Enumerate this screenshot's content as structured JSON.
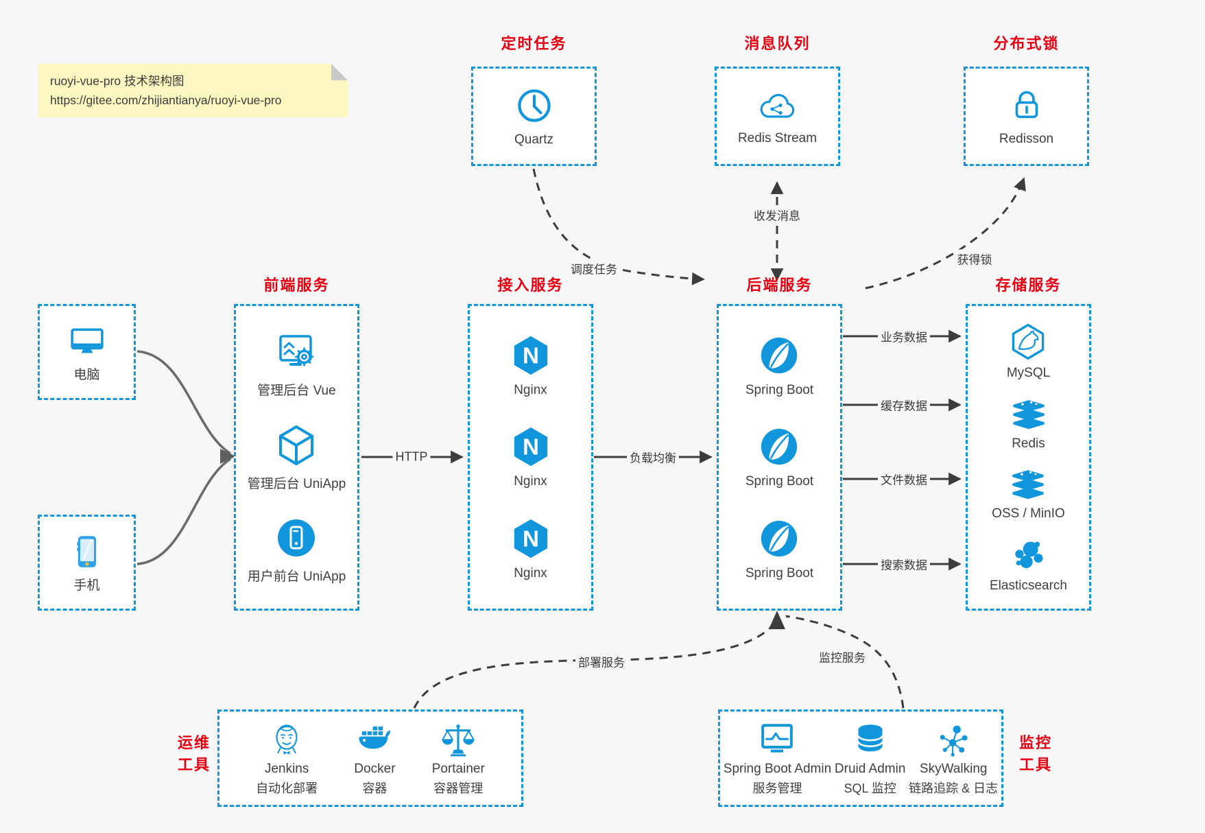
{
  "note": {
    "line1": "ruoyi-vue-pro 技术架构图",
    "line2": "https://gitee.com/zhijiantianya/ruoyi-vue-pro"
  },
  "top_groups": [
    {
      "title": "定时任务",
      "item": {
        "label": "Quartz",
        "icon": "clock-icon"
      }
    },
    {
      "title": "消息队列",
      "item": {
        "label": "Redis Stream",
        "icon": "cloud-message-icon"
      }
    },
    {
      "title": "分布式锁",
      "item": {
        "label": "Redisson",
        "icon": "lock-icon"
      }
    }
  ],
  "clients": [
    {
      "label": "电脑",
      "icon": "desktop-icon"
    },
    {
      "label": "手机",
      "icon": "smartphone-icon"
    }
  ],
  "columns": {
    "frontend": {
      "title": "前端服务",
      "items": [
        {
          "label": "管理后台 Vue",
          "icon": "admin-vue-icon"
        },
        {
          "label": "管理后台 UniApp",
          "icon": "cube-icon"
        },
        {
          "label": "用户前台 UniApp",
          "icon": "user-app-icon"
        }
      ]
    },
    "gateway": {
      "title": "接入服务",
      "items": [
        {
          "label": "Nginx",
          "icon": "nginx-icon"
        },
        {
          "label": "Nginx",
          "icon": "nginx-icon"
        },
        {
          "label": "Nginx",
          "icon": "nginx-icon"
        }
      ]
    },
    "backend": {
      "title": "后端服务",
      "items": [
        {
          "label": "Spring Boot",
          "icon": "spring-icon"
        },
        {
          "label": "Spring Boot",
          "icon": "spring-icon"
        },
        {
          "label": "Spring Boot",
          "icon": "spring-icon"
        }
      ]
    },
    "storage": {
      "title": "存储服务",
      "items": [
        {
          "label": "MySQL",
          "icon": "mysql-icon"
        },
        {
          "label": "Redis",
          "icon": "storage-stack-icon"
        },
        {
          "label": "OSS / MinIO",
          "icon": "storage-stack-icon"
        },
        {
          "label": "Elasticsearch",
          "icon": "elasticsearch-icon"
        }
      ]
    }
  },
  "bottom_groups": {
    "ops": {
      "title_line1": "运维",
      "title_line2": "工具",
      "items": [
        {
          "name": "Jenkins",
          "desc": "自动化部署",
          "icon": "jenkins-icon"
        },
        {
          "name": "Docker",
          "desc": "容器",
          "icon": "docker-whale-icon"
        },
        {
          "name": "Portainer",
          "desc": "容器管理",
          "icon": "scales-icon"
        }
      ]
    },
    "monitoring": {
      "title_line1": "监控",
      "title_line2": "工具",
      "items": [
        {
          "name": "Spring Boot Admin",
          "desc": "服务管理",
          "icon": "monitor-chart-icon"
        },
        {
          "name": "Druid Admin",
          "desc": "SQL 监控",
          "icon": "database-icon"
        },
        {
          "name": "SkyWalking",
          "desc": "链路追踪 & 日志",
          "icon": "topology-icon"
        }
      ]
    }
  },
  "edges": {
    "http": "HTTP",
    "load_balance": "负载均衡",
    "schedule_task": "调度任务",
    "send_receive_message": "收发消息",
    "acquire_lock": "获得锁",
    "data_flows": [
      "业务数据",
      "缓存数据",
      "文件数据",
      "搜索数据"
    ],
    "deploy_service": "部署服务",
    "monitor_service": "监控服务"
  },
  "colors": {
    "accent_blue": "#1296db",
    "title_red": "#e60012",
    "note_bg": "#fbf7c0",
    "arrow_dark": "#3c3c3c",
    "arrow_gray": "#6b6b6b"
  }
}
